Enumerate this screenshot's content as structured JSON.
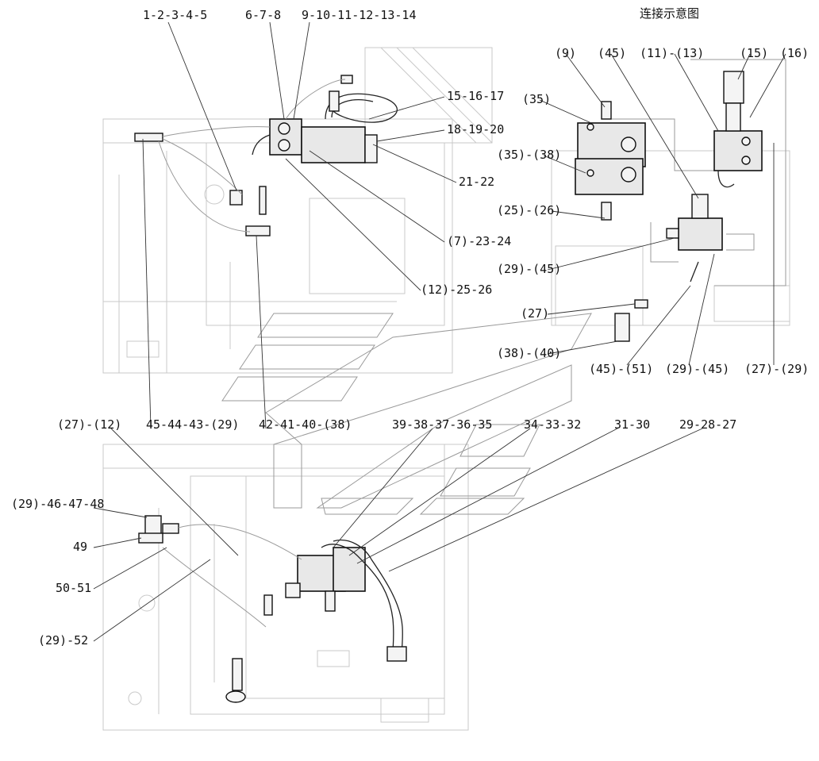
{
  "title": "连接示意图",
  "labels": {
    "l_1_5": "1-2-3-4-5",
    "l_6_8": "6-7-8",
    "l_9_14": "9-10-11-12-13-14",
    "l_15_17": "15-16-17",
    "l_18_20": "18-19-20",
    "l_21_22": "21-22",
    "l_7_23_24": "(7)-23-24",
    "l_12_25_26": "(12)-25-26",
    "r_9": "(9)",
    "r_45": "(45)",
    "r_11_13": "(11)-(13)",
    "r_15": "(15)",
    "r_16": "(16)",
    "r_35": "(35)",
    "r_35_38": "(35)-(38)",
    "r_25_26": "(25)-(26)",
    "r_29_45a": "(29)-(45)",
    "r_27": "(27)",
    "r_38_40": "(38)-(40)",
    "r_45_51": "(45)-(51)",
    "r_29_45b": "(29)-(45)",
    "r_27_29": "(27)-(29)",
    "b_27_12": "(27)-(12)",
    "b_45_29": "45-44-43-(29)",
    "b_42_38": "42-41-40-(38)",
    "b_39_35": "39-38-37-36-35",
    "b_34_32": "34-33-32",
    "b_31_30": "31-30",
    "b_29_27": "29-28-27",
    "b_29_48": "(29)-46-47-48",
    "b_49": "49",
    "b_50_51": "50-51",
    "b_29_52": "(29)-52"
  }
}
